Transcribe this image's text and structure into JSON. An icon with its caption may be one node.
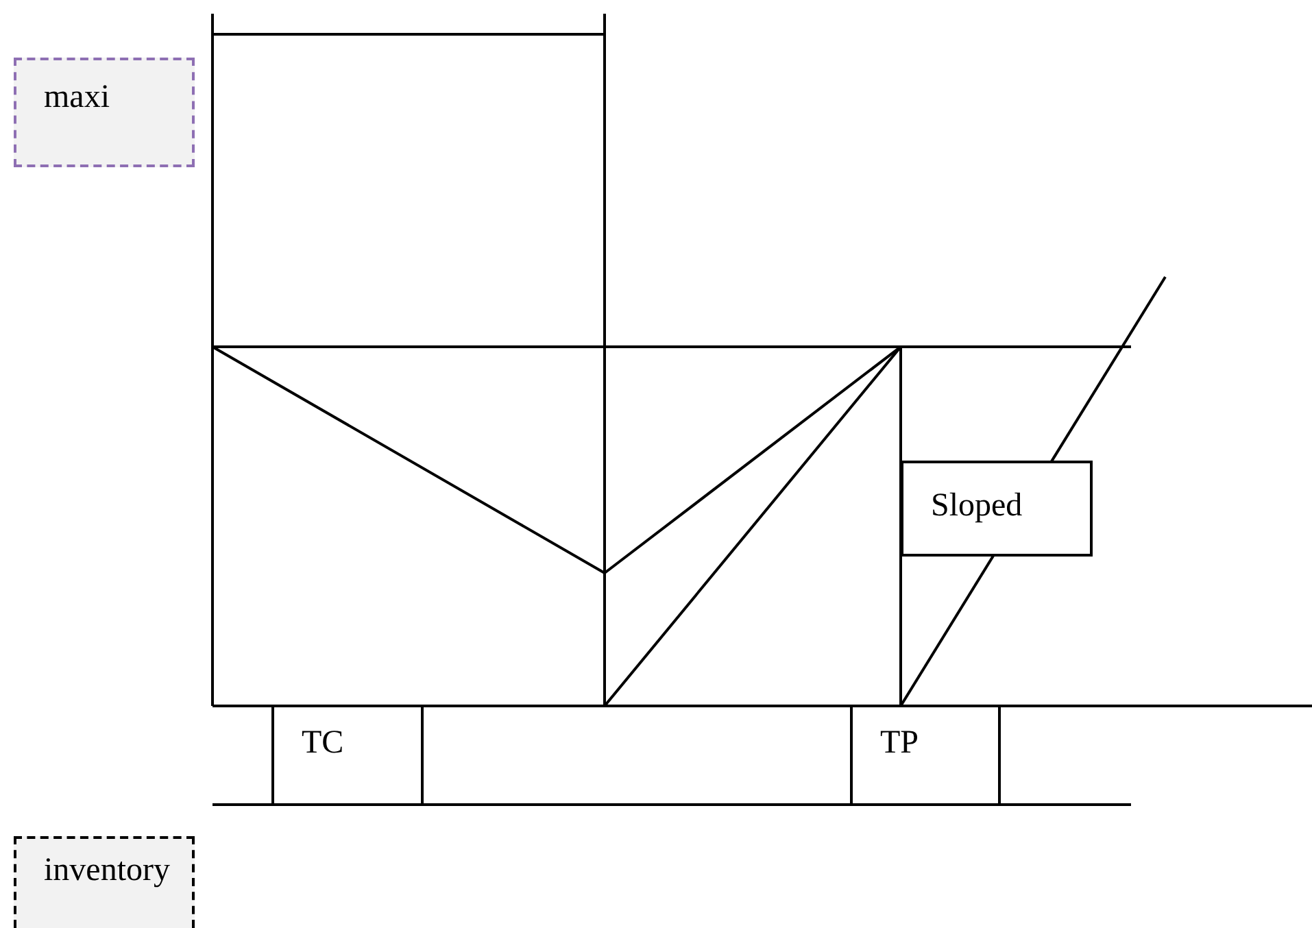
{
  "diagram": {
    "nodes": [
      {
        "text": [
          "maxi"
        ]
      },
      {
        "text": [
          "Sloped"
        ]
      },
      {
        "text": [
          "TC"
        ]
      },
      {
        "text": [
          "TP"
        ]
      },
      {
        "text": [
          "inventory"
        ]
      }
    ]
  }
}
